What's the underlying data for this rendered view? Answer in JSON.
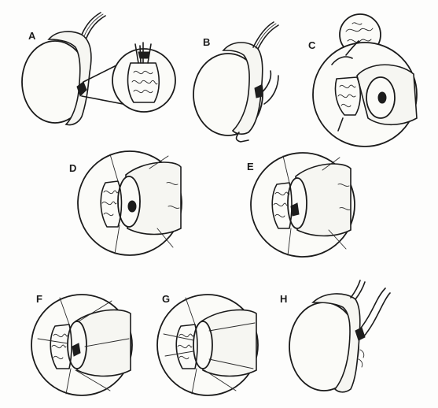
{
  "figure": {
    "panels": [
      {
        "label": "A"
      },
      {
        "label": "B"
      },
      {
        "label": "C"
      },
      {
        "label": "D"
      },
      {
        "label": "E"
      },
      {
        "label": "F"
      },
      {
        "label": "G"
      },
      {
        "label": "H"
      }
    ]
  },
  "colors": {
    "background": "#fdfdfc",
    "ink": "#1b1b1b"
  }
}
